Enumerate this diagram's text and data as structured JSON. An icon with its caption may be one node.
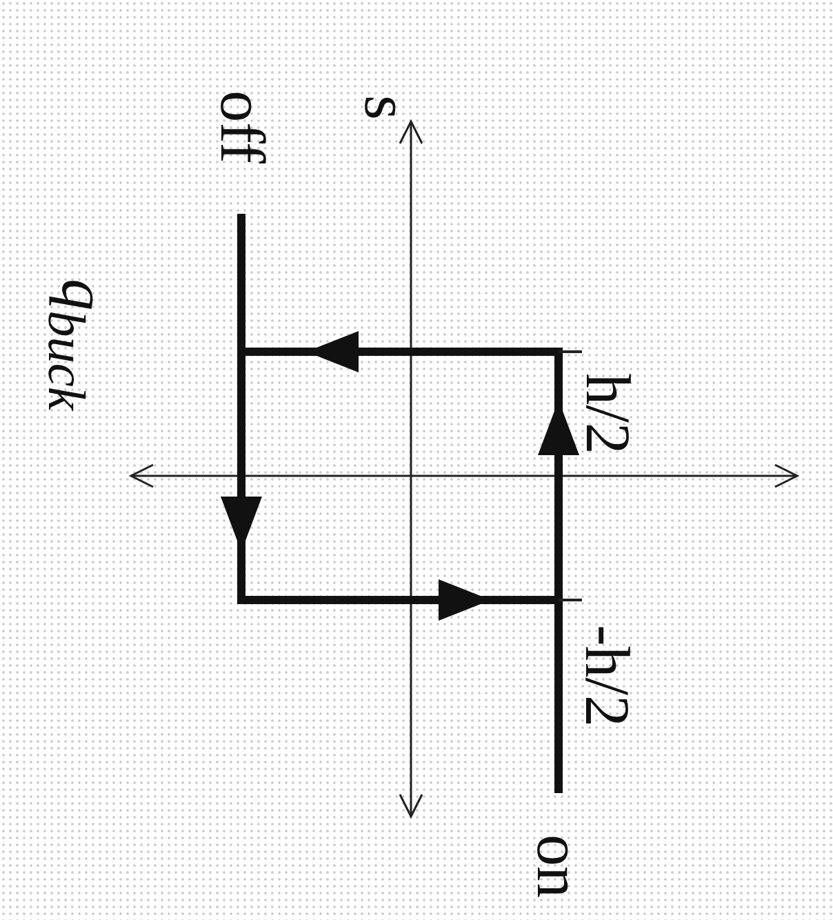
{
  "diagram": {
    "labels": [
      "q$_{buck}$",
      "s",
      "off",
      "on",
      "-h/2",
      "h/2"
    ]
  }
}
